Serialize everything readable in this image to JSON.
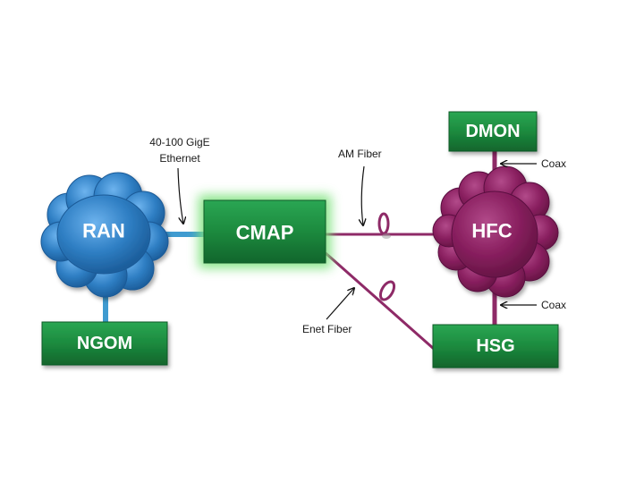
{
  "nodes": {
    "ran": {
      "label": "RAN"
    },
    "cmap": {
      "label": "CMAP"
    },
    "hfc": {
      "label": "HFC"
    },
    "ngom": {
      "label": "NGOM"
    },
    "dmon": {
      "label": "DMON"
    },
    "hsg": {
      "label": "HSG"
    }
  },
  "annotations": {
    "gige_line1": "40-100 GigE",
    "gige_line2": "Ethernet",
    "am_fiber": "AM Fiber",
    "enet_fiber": "Enet Fiber",
    "coax_top": "Coax",
    "coax_bottom": "Coax"
  },
  "colors": {
    "blue_cloud": "#2f7fc4",
    "purple_cloud": "#8a2060",
    "green_box": "#1c8a3e",
    "glow": "#7de27d",
    "ethernet_link": "#3f9bd0",
    "fiber_link": "#8e2a67"
  }
}
